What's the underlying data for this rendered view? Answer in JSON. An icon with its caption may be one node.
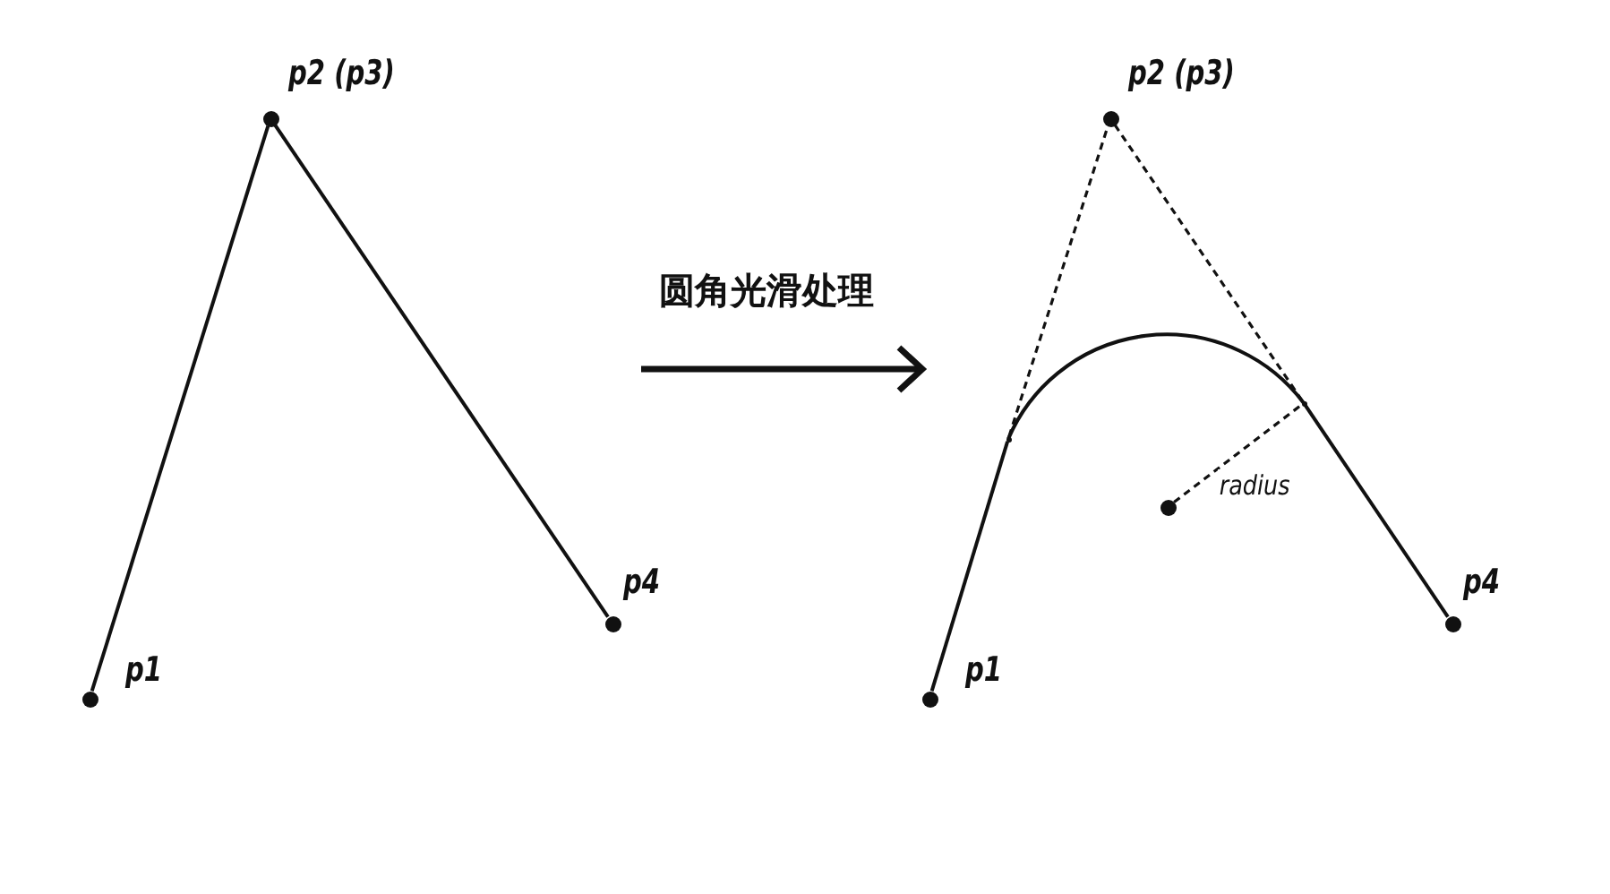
{
  "diagram": {
    "nodes": [
      {
        "text": [
          "p1"
        ]
      },
      {
        "text": [
          "p2 (p3)"
        ]
      },
      {
        "text": [
          "p4"
        ]
      },
      {
        "text": [
          "p1"
        ]
      },
      {
        "text": [
          "p2 (p3)"
        ]
      },
      {
        "text": [
          "p4"
        ]
      },
      {
        "text": [],
        "shape": "point"
      },
      {
        "text": [],
        "shape": "point"
      },
      {
        "text": [],
        "shape": "circle"
      }
    ],
    "edges": [
      {
        "from": 0,
        "to": 1,
        "arrow": "none"
      },
      {
        "from": 1,
        "to": 2,
        "arrow": "none"
      },
      {
        "from": 3,
        "to": 6,
        "arrow": "none"
      },
      {
        "from": 6,
        "to": 4,
        "arrow": "none",
        "style": "dashed"
      },
      {
        "from": 4,
        "to": 7,
        "arrow": "none",
        "style": "dashed"
      },
      {
        "from": 6,
        "to": 7,
        "arrow": "none"
      },
      {
        "from": 7,
        "to": 5,
        "arrow": "none"
      },
      {
        "from": 8,
        "to": 7,
        "arrow": "none",
        "style": "dashed",
        "label": "radius"
      }
    ],
    "labels": [
      "圆角光滑处理"
    ]
  }
}
